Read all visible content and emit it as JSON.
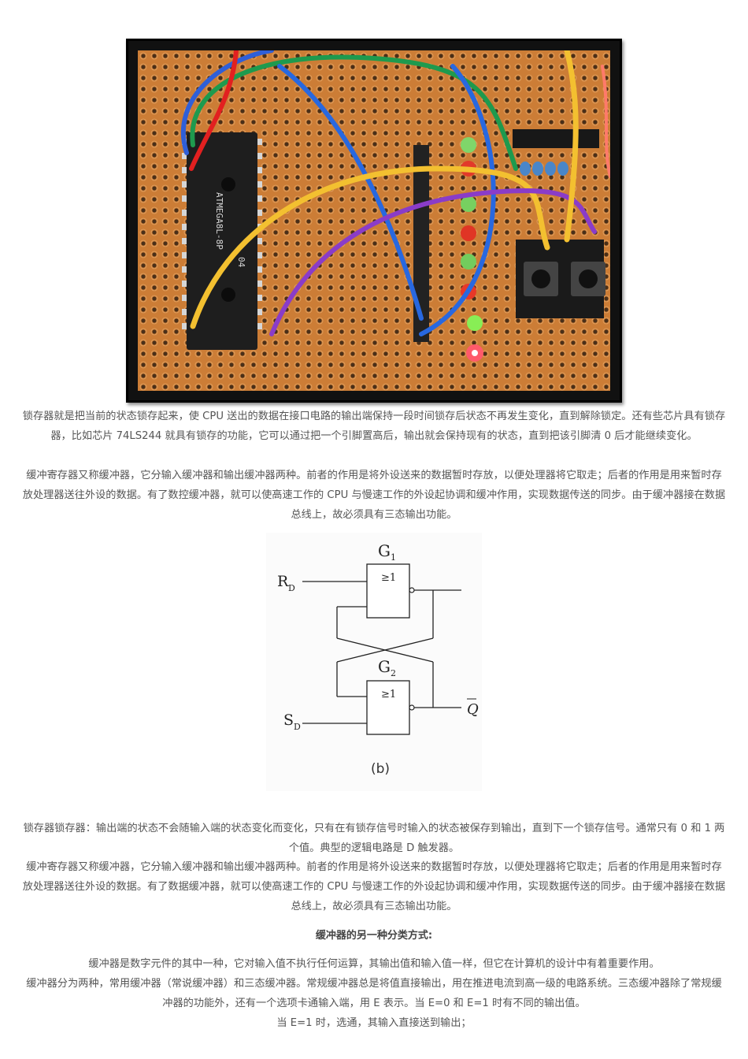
{
  "photo": {
    "chip_label_1": "ATMEGA8L-8P",
    "chip_label_2": "04"
  },
  "paragraphs": [
    "锁存器就是把当前的状态锁存起来，使 CPU 送出的数据在接口电路的输出端保持一段时间锁存后状态不再发生变化，直到解除锁定。还有些芯片具有锁存器，比如芯片 74LS244 就具有锁存的功能，它可以通过把一个引脚置高后，输出就会保持现有的状态，直到把该引脚清 0 后才能继续变化。",
    "缓冲寄存器又称缓冲器，它分输入缓冲器和输出缓冲器两种。前者的作用是将外设送来的数据暂时存放，以便处理器将它取走；后者的作用是用来暂时存放处理器送往外设的数据。有了数控缓冲器，就可以使高速工作的 CPU 与慢速工作的外设起协调和缓冲作用，实现数据传送的同步。由于缓冲器接在数据总线上，故必须具有三态输出功能。",
    "锁存器锁存器：输出端的状态不会随输入端的状态变化而变化，只有在有锁存信号时输入的状态被保存到输出，直到下一个锁存信号。通常只有 0 和 1 两个值。典型的逻辑电路是 D 触发器。",
    "缓冲寄存器又称缓冲器，它分输入缓冲器和输出缓冲器两种。前者的作用是将外设送来的数据暂时存放，以便处理器将它取走；后者的作用是用来暂时存放处理器送往外设的数据。有了数据缓冲器，就可以使高速工作的 CPU 与慢速工作的外设起协调和缓冲作用，实现数据传送的同步。由于缓冲器接在数据总线上，故必须具有三态输出功能。",
    "缓冲器是数字元件的其中一种，它对输入值不执行任何运算，其输出值和输入值一样，但它在计算机的设计中有着重要作用。",
    "缓冲器分为两种，常用缓冲器（常说缓冲器）和三态缓冲器。常规缓冲器总是将值直接输出，用在推进电流到高一级的电路系统。三态缓冲器除了常规缓冲器的功能外，还有一个选项卡通输入端，用 E 表示。当 E=0 和 E=1 时有不同的输出值。",
    "当 E=1 时，选通，其输入直接送到输出；"
  ],
  "heading": "缓冲器的另一种分类方式:",
  "diagram": {
    "gate1_label": "G",
    "gate1_sub": "1",
    "gate2_label": "G",
    "gate2_sub": "2",
    "gate_symbol": "≥1",
    "input_r": "R",
    "input_r_sub": "D",
    "input_s": "S",
    "input_s_sub": "D",
    "output_q": "Q",
    "caption": "(b)"
  }
}
